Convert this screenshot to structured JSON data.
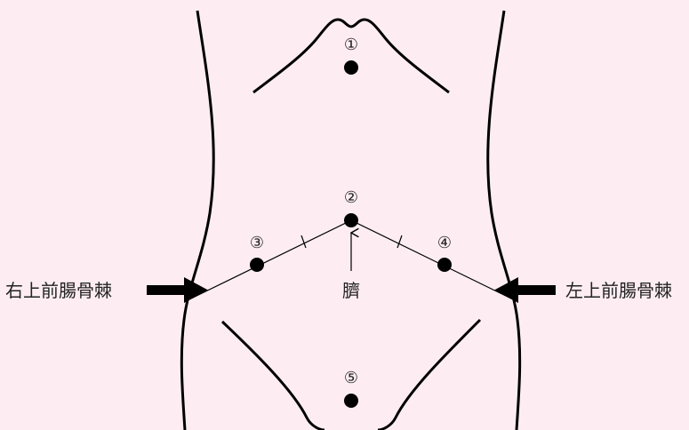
{
  "diagram": {
    "points": {
      "p1": "①",
      "p2": "②",
      "p3": "③",
      "p4": "④",
      "p5": "⑤"
    },
    "labels": {
      "right_asis": "右上前腸骨棘",
      "left_asis": "左上前腸骨棘",
      "navel": "臍"
    }
  },
  "colors": {
    "background": "#fdedf3",
    "ink": "#000000"
  }
}
